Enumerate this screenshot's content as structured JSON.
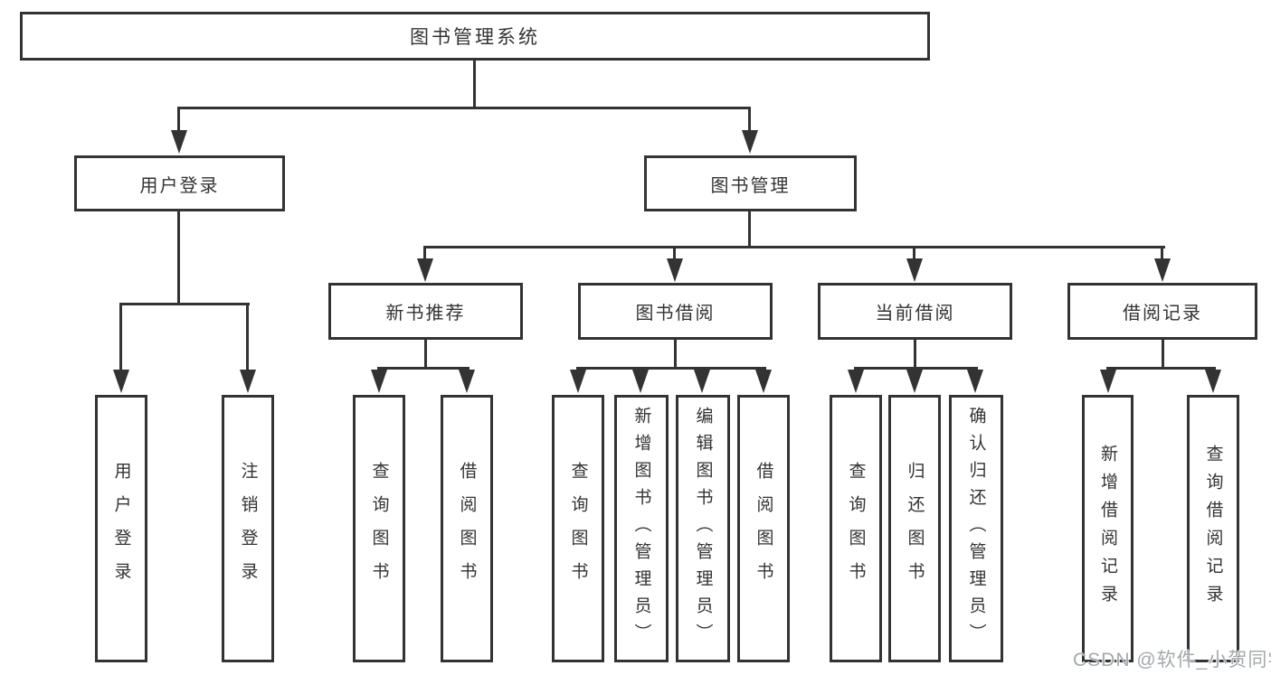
{
  "diagram": {
    "root": {
      "label": "图书管理系统"
    },
    "level2": [
      {
        "label": "用户登录"
      },
      {
        "label": "图书管理"
      }
    ],
    "level3": [
      {
        "label": "新书推荐",
        "parent": "图书管理"
      },
      {
        "label": "图书借阅",
        "parent": "图书管理"
      },
      {
        "label": "当前借阅",
        "parent": "图书管理"
      },
      {
        "label": "借阅记录",
        "parent": "图书管理"
      }
    ],
    "leaves": [
      {
        "label": "用户登录",
        "parent": "用户登录"
      },
      {
        "label": "注销登录",
        "parent": "用户登录"
      },
      {
        "label": "查询图书",
        "parent": "新书推荐"
      },
      {
        "label": "借阅图书",
        "parent": "新书推荐"
      },
      {
        "label": "查询图书",
        "parent": "图书借阅"
      },
      {
        "label": "新增图书（管理员）",
        "parent": "图书借阅"
      },
      {
        "label": "编辑图书（管理员）",
        "parent": "图书借阅"
      },
      {
        "label": "借阅图书",
        "parent": "图书借阅"
      },
      {
        "label": "查询图书",
        "parent": "当前借阅"
      },
      {
        "label": "归还图书",
        "parent": "当前借阅"
      },
      {
        "label": "确认归还（管理员）",
        "parent": "当前借阅"
      },
      {
        "label": "新增借阅记录",
        "parent": "借阅记录"
      },
      {
        "label": "查询借阅记录",
        "parent": "借阅记录"
      }
    ],
    "colors": {
      "line": "#333333",
      "text": "#333333",
      "background": "#ffffff",
      "watermark": "#a4a9af"
    }
  },
  "watermark": {
    "text": "CSDN @软件_小贺同学"
  }
}
